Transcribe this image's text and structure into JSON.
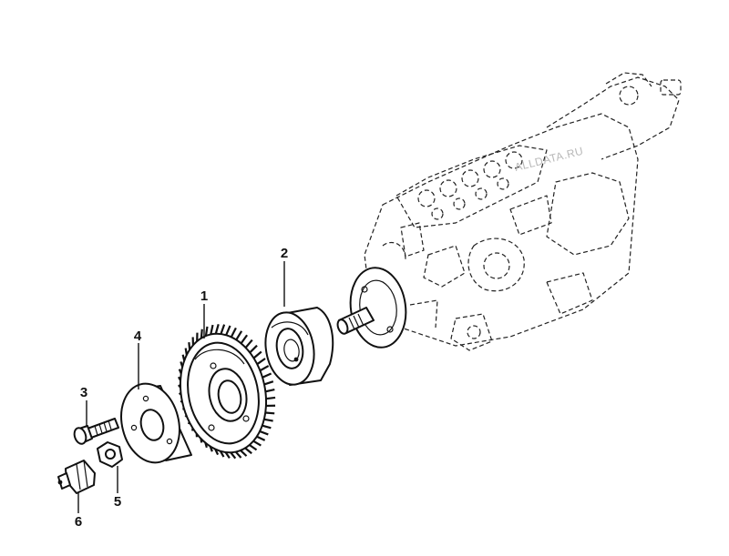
{
  "figure": {
    "type": "exploded-parts-diagram",
    "callouts": [
      {
        "id": "1",
        "label": "1",
        "part": "gear"
      },
      {
        "id": "2",
        "label": "2",
        "part": "hub"
      },
      {
        "id": "3",
        "label": "3",
        "part": "bolt"
      },
      {
        "id": "4",
        "label": "4",
        "part": "plate"
      },
      {
        "id": "5",
        "label": "5",
        "part": "nut"
      },
      {
        "id": "6",
        "label": "6",
        "part": "sensor-plug"
      }
    ],
    "watermark": "ALLDATA.RU",
    "ink_color": "#111111",
    "background_color": "#ffffff"
  }
}
